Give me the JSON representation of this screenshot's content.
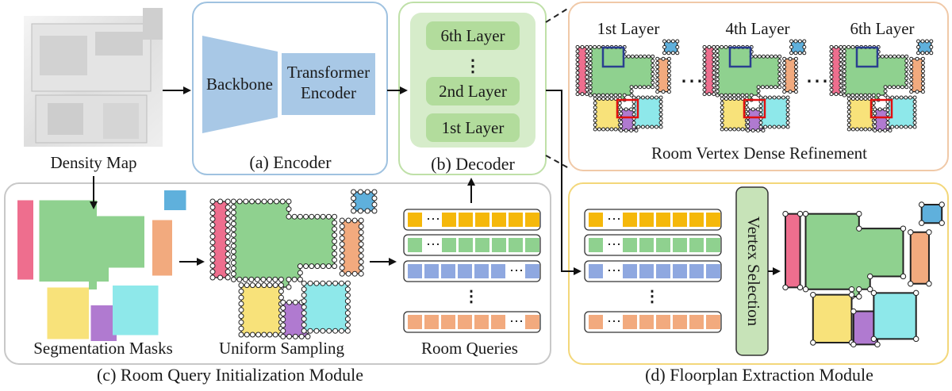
{
  "input": {
    "label": "Density Map"
  },
  "encoder": {
    "backbone": "Backbone",
    "transformer_line1": "Transformer",
    "transformer_line2": "Encoder",
    "caption": "(a) Encoder"
  },
  "decoder": {
    "layers": [
      "6th Layer",
      "2nd Layer",
      "1st Layer"
    ],
    "ellipsis": "⋮",
    "caption": "(b) Decoder"
  },
  "refinement": {
    "layers": [
      "1st Layer",
      "4th Layer",
      "6th Layer"
    ],
    "ellipsis": "⋯",
    "caption": "Room Vertex Dense Refinement"
  },
  "room_query_init": {
    "steps": [
      "Segmentation Masks",
      "Uniform Sampling",
      "Room Queries"
    ],
    "caption": "(c) Room Query Initialization Module"
  },
  "floorplan_extraction": {
    "vertex_selection": "Vertex Selection",
    "caption": "(d) Floorplan Extraction Module"
  },
  "colors": {
    "pink": "#ee6e8e",
    "blue": "#5fb0dc",
    "green": "#8fd18f",
    "orange": "#f2aa7e",
    "yellow": "#f8e27a",
    "purple": "#b07ad0",
    "cyan": "#8ee8ea",
    "encoder_border": "#9fc2e0",
    "decoder_border": "#bfe0a8",
    "refine_border": "#f0c9a8",
    "extract_border": "#f3d77a",
    "init_border": "#c8c8c8",
    "query_yellow": "#f5b80a",
    "query_green": "#8fd18f",
    "query_blue": "#8fa8e0",
    "query_orange": "#f2aa7e"
  }
}
